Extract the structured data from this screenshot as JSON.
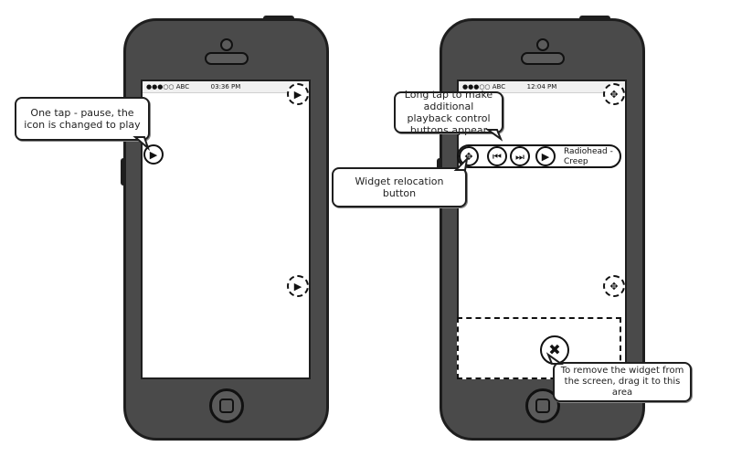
{
  "left_phone": {
    "status": {
      "carrier": "●●●○○ ABC",
      "time": "03:36 PM"
    },
    "icons": {
      "play_top": "play-icon",
      "play_mid": "play-icon",
      "play_float": "play-icon"
    }
  },
  "right_phone": {
    "status": {
      "carrier": "●●●○○ ABC",
      "time": "12:04 PM"
    },
    "widget": {
      "track_title": "Radiohead - Creep",
      "icons": [
        "move-icon",
        "skip-back-icon",
        "skip-forward-icon",
        "play-icon"
      ]
    },
    "remove_icon": "close-icon"
  },
  "callouts": {
    "pause": "One tap - pause, the icon is changed to play",
    "long_tap": "Long tap to make additional playback control buttons appear",
    "relocation": "Widget relocation button",
    "remove": "To remove the widget from the screen, drag it to this area"
  }
}
